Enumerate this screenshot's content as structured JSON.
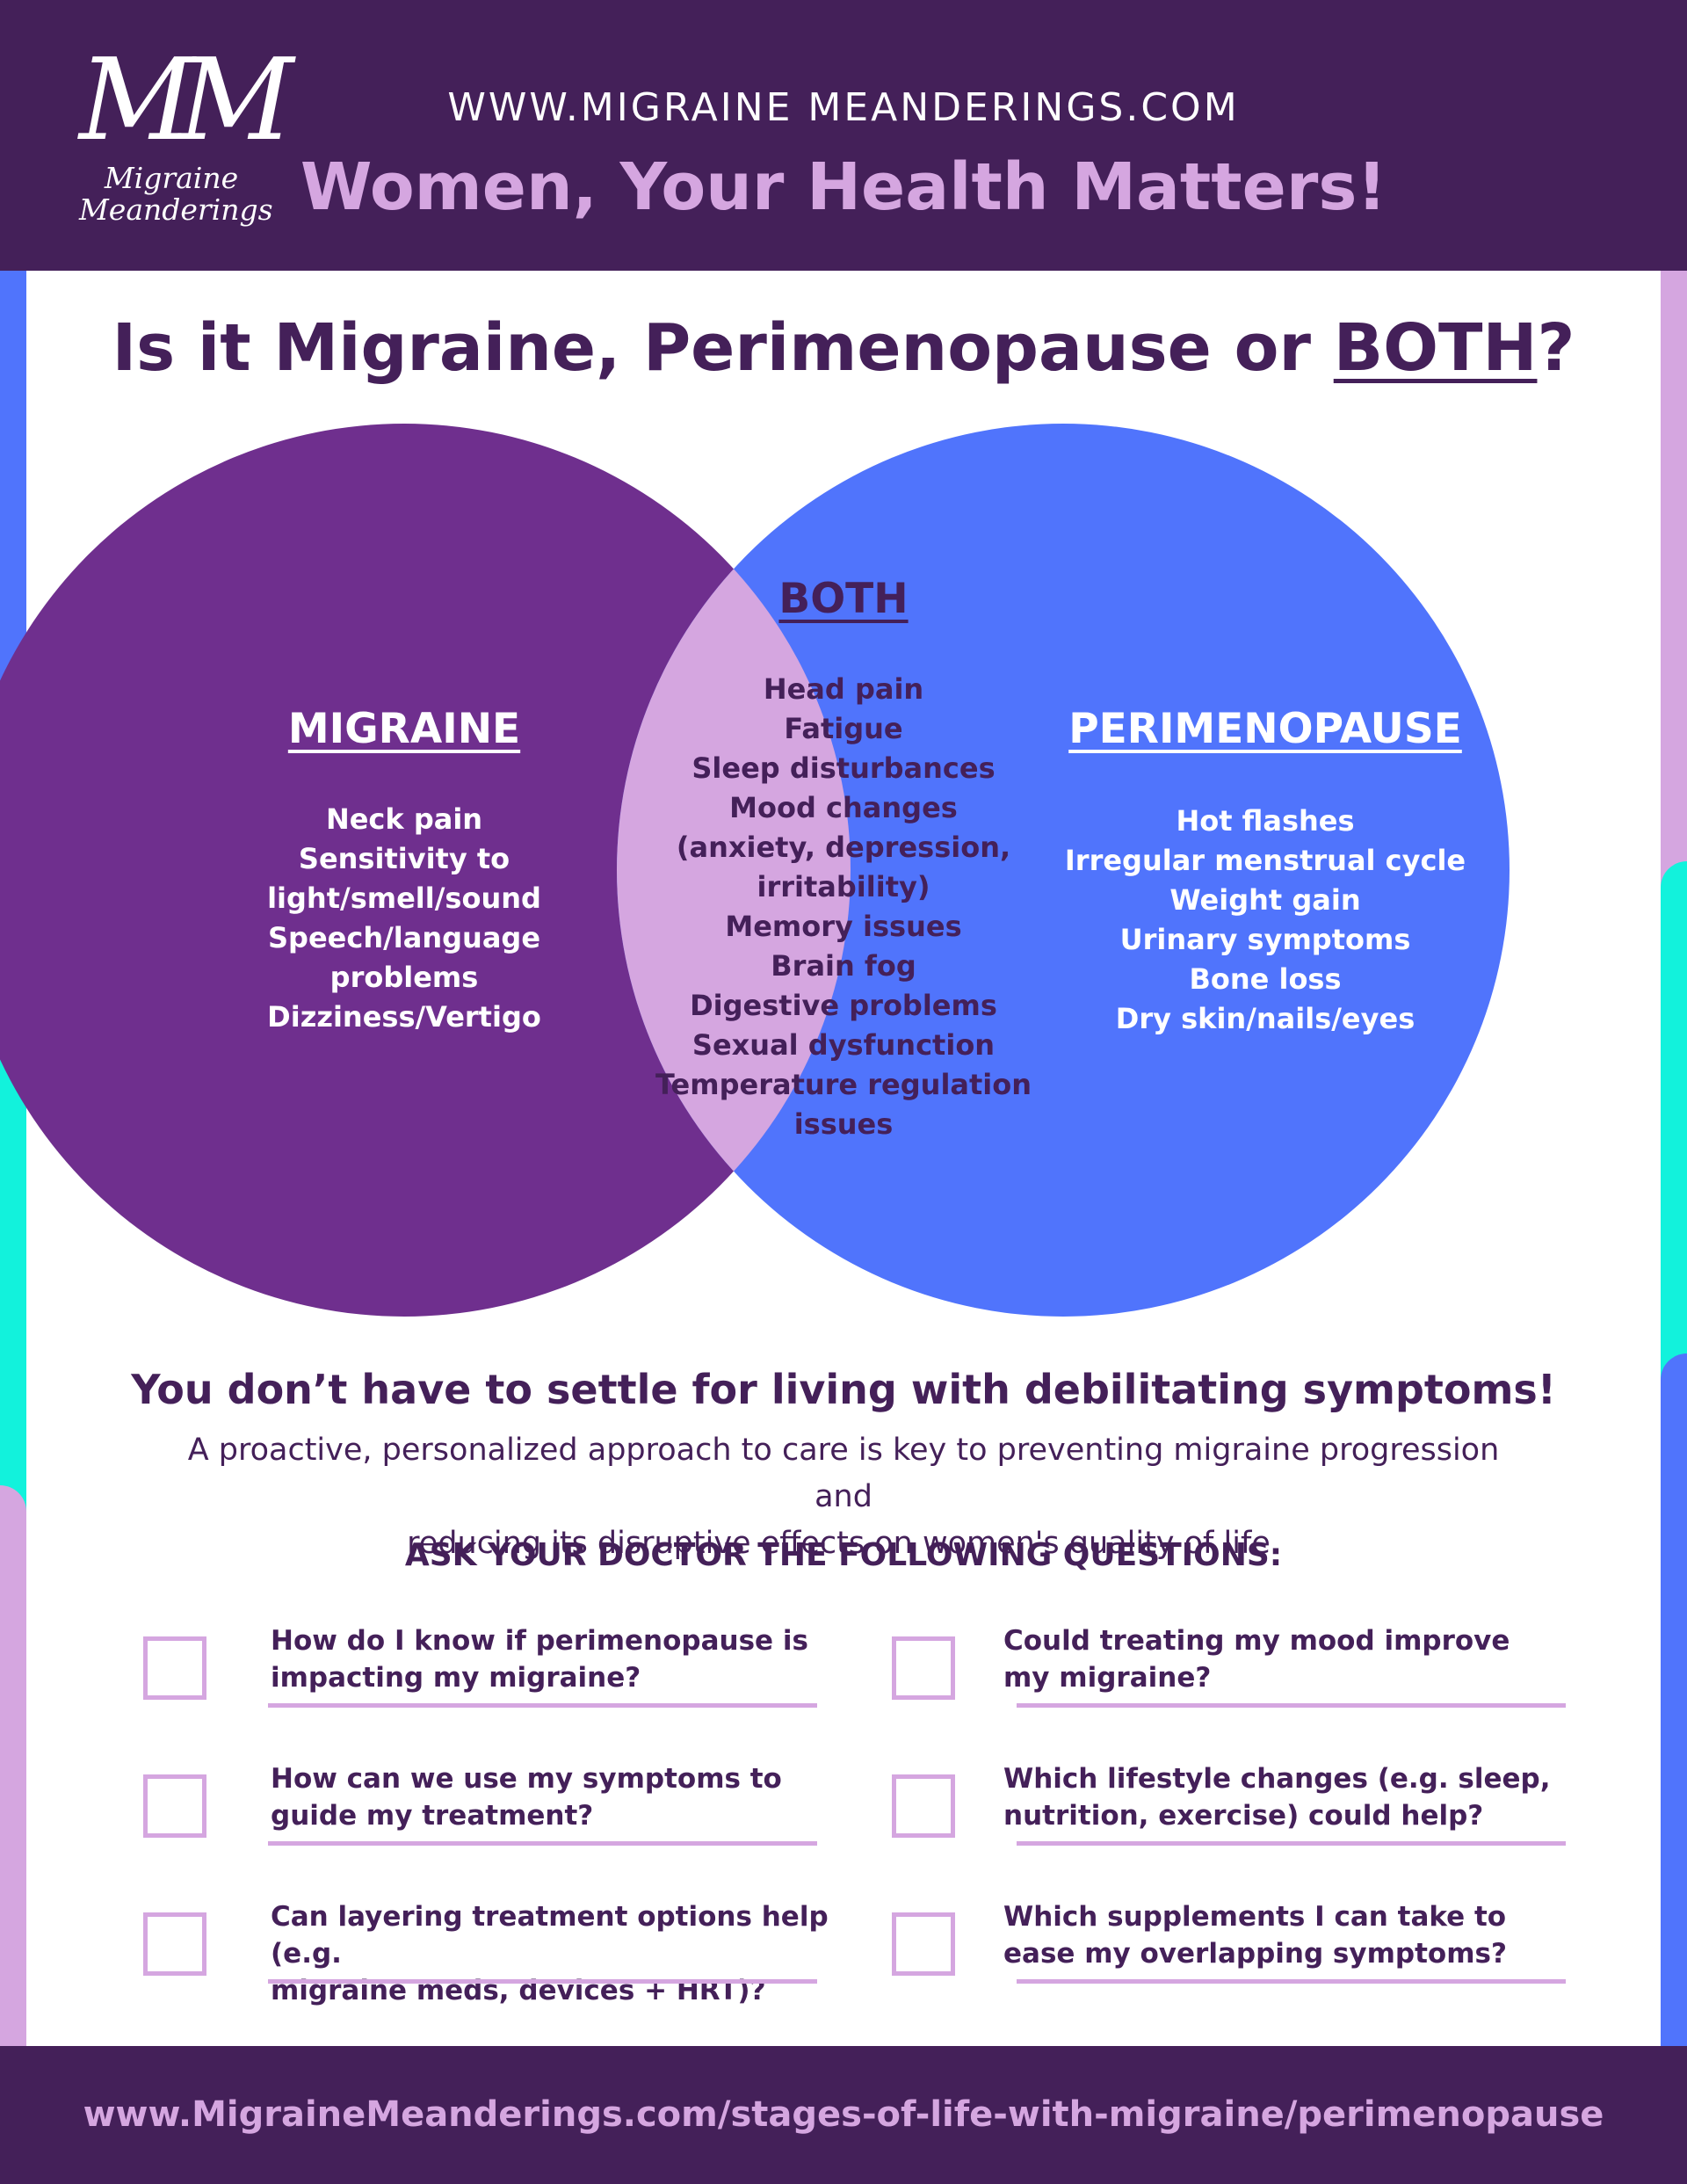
{
  "header": {
    "logo_initials": "MM",
    "logo_line1": "Migraine",
    "logo_line2": "Meanderings",
    "url": "WWW.MIGRAINE MEANDERINGS.COM",
    "tagline": "Women, Your Health Matters!"
  },
  "question": {
    "prefix": "Is it Migraine, Perimenopause or ",
    "emphasis": "BOTH",
    "suffix": "?"
  },
  "venn": {
    "migraine": {
      "title": "MIGRAINE",
      "items": [
        "Neck pain",
        "Sensitivity to",
        "light/smell/sound",
        "Speech/language",
        "problems",
        "Dizziness/Vertigo"
      ]
    },
    "both": {
      "title": "BOTH",
      "items": [
        "Head pain",
        "Fatigue",
        "Sleep disturbances",
        "Mood changes",
        "(anxiety, depression,",
        "irritability)",
        "Memory issues",
        "Brain fog",
        "Digestive problems",
        "Sexual dysfunction",
        "Temperature regulation",
        "issues"
      ]
    },
    "perimenopause": {
      "title": "PERIMENOPAUSE",
      "items": [
        "Hot flashes",
        "Irregular menstrual cycle",
        "Weight gain",
        "Urinary symptoms",
        "Bone loss",
        "Dry skin/nails/eyes"
      ]
    }
  },
  "colors": {
    "header_bg": "#442059",
    "migraine_circle": "#6f2f8e",
    "perimenopause_circle": "#5074fc",
    "overlap": "#d5a6e0",
    "accent_cyan": "#12f2dc",
    "text_dark": "#442059"
  },
  "body": {
    "settle": "You don’t have to settle for living with debilitating symptoms!",
    "approach_line1": "A proactive, personalized approach to care is key to preventing migraine progression and",
    "approach_line2": "reducing its disruptive effects on women's quality of life.",
    "ask_heading": "ASK YOUR DOCTOR THE FOLLOWING QUESTIONS:"
  },
  "questions": [
    {
      "line1": "How do I know if perimenopause is",
      "line2": "impacting my migraine?"
    },
    {
      "line1": "Could treating my mood improve",
      "line2": "my migraine?"
    },
    {
      "line1": "How can we use my symptoms to",
      "line2": "guide my treatment?"
    },
    {
      "line1": "Which lifestyle changes (e.g. sleep,",
      "line2": "nutrition, exercise) could help?"
    },
    {
      "line1": "Can layering treatment options help (e.g.",
      "line2": "migraine meds, devices + HRT)?"
    },
    {
      "line1": "Which supplements I can take to",
      "line2": "ease my overlapping symptoms?"
    }
  ],
  "footer": {
    "url": "www.MigraineMeanderings.com/stages-of-life-with-migraine/perimenopause"
  }
}
